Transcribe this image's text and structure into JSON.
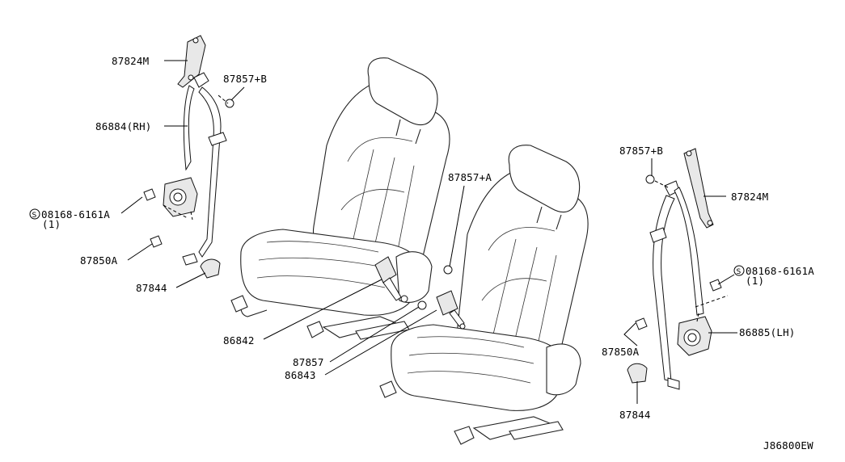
{
  "labels": {
    "p87824m_rh": "87824M",
    "p87857b_rh": "87857+B",
    "p86884": "86884(RH)",
    "p08168_rh": "08168-6161A",
    "p08168_rh_qty": "(1)",
    "p87850a_rh": "87850A",
    "p87844_rh": "87844",
    "p86842": "86842",
    "p87857": "87857",
    "p86843": "86843",
    "p87857a": "87857+A",
    "p87857b_lh": "87857+B",
    "p87824m_lh": "87824M",
    "p08168_lh": "08168-6161A",
    "p08168_lh_qty": "(1)",
    "p86885": "86885(LH)",
    "p87850a_lh": "87850A",
    "p87844_lh": "87844",
    "diagram_code": "J86800EW"
  },
  "symbols": {
    "screw_symbol": "S"
  }
}
